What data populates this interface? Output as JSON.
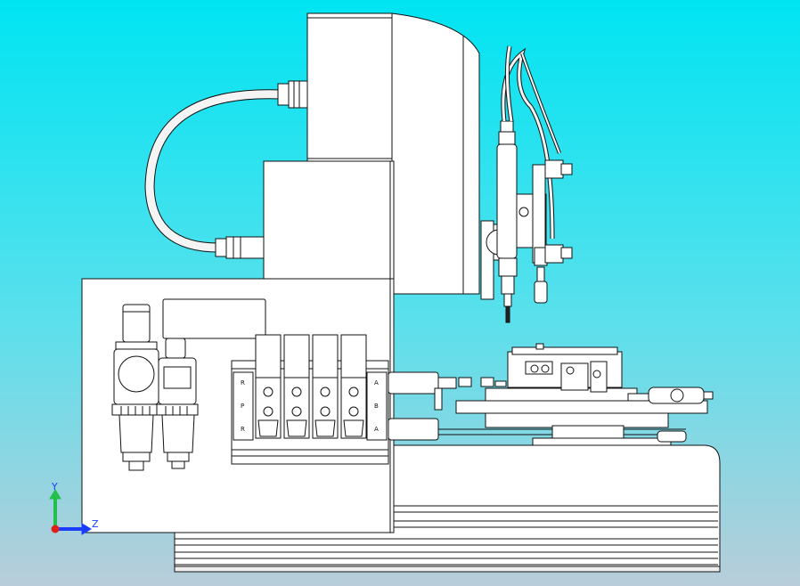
{
  "view": {
    "background_top": "#00E4F2",
    "background_bottom": "#B8CDD9"
  },
  "triad": {
    "y_label": "Y",
    "z_label": "Z",
    "y_color": "#22c04a",
    "z_color": "#1a3cff",
    "origin_color": "#e0201a"
  },
  "valve_port_labels_left": [
    "R",
    "P",
    "R"
  ],
  "valve_port_labels_right": [
    "A",
    "B",
    "A"
  ]
}
